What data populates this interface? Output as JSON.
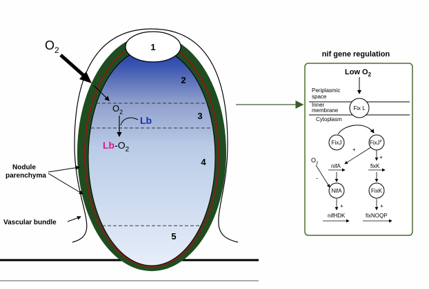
{
  "nodule": {
    "zones": [
      "1",
      "2",
      "3",
      "4",
      "5"
    ],
    "o2_external": "O",
    "o2_external_sub": "2",
    "o2_internal": "O",
    "o2_internal_sub": "2",
    "lb_label": "Lb",
    "lb_o2_lb": "Lb",
    "lb_o2_rest": "-O",
    "lb_o2_sub": "2",
    "label_parenchyma_line1": "Nodule",
    "label_parenchyma_line2": "parenchyma",
    "label_vascular": "Vascular bundle"
  },
  "regulation": {
    "title": "nif gene regulation",
    "low_o2": "Low O",
    "low_o2_sub": "2",
    "periplasmic_line1": "Periplasmic",
    "periplasmic_line2": "space",
    "inner_line1": "Inner",
    "inner_line2": "membrane",
    "cytoplasm": "Cytoplasm",
    "fixl": "Fix L",
    "fixj": "FixJ",
    "fixj_p": "FixJ",
    "fixj_p_sup": "P",
    "plus_fixj": "+",
    "o2_small": "O",
    "o2_small_sub": "2",
    "minus": "-",
    "nifa_gene": "nifA",
    "fixk_gene": "fixK",
    "plus_fixk": "+",
    "nifa_protein": "NifA",
    "fixk_protein": "FixK",
    "plus_nifhdk": "+",
    "plus_fixnoqp": "+",
    "nifhdk": "nifHDK",
    "fixnoqp": "fixNOQP"
  },
  "colors": {
    "cortex": "#1f4d1f",
    "red_band": "#8b1a1a",
    "zone_top": "#1c3fae",
    "zone_bottom": "#e4eef8",
    "text_blue": "#1a2db8",
    "text_magenta": "#e0158c",
    "panel_border": "#4a6b2a",
    "arrow_green": "#3b5e2b"
  }
}
